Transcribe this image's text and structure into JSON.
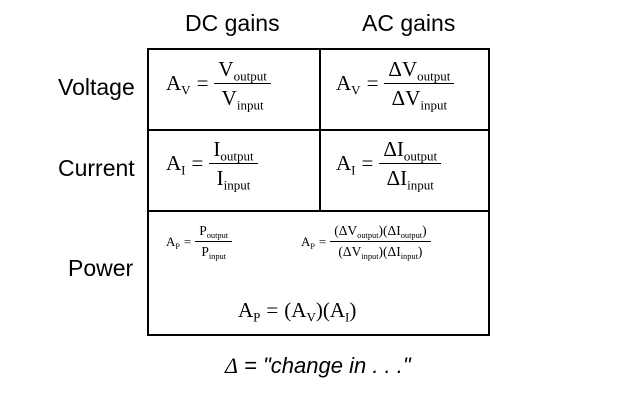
{
  "headers": {
    "dc": "DC gains",
    "ac": "AC gains"
  },
  "rows": {
    "voltage": "Voltage",
    "current": "Current",
    "power": "Power"
  },
  "sym": {
    "A": "A",
    "eq": "=",
    "d": "Δ",
    "V": "V",
    "I": "I",
    "P": "P",
    "output": "output",
    "input": "input",
    "lp": "(",
    "rp": ")"
  },
  "footnote": {
    "delta": "Δ",
    "text": " = \"change in . . .\""
  }
}
